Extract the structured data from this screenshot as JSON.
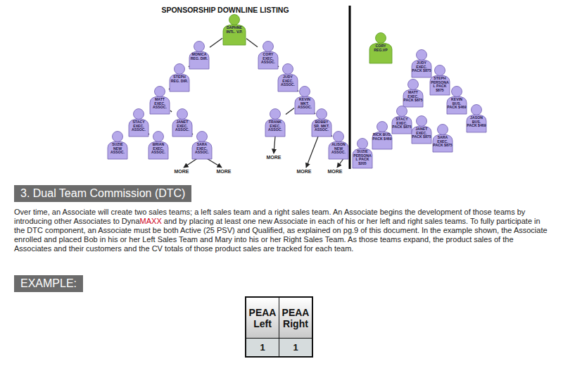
{
  "diagram": {
    "title": "SPONSORSHIP DOWNLINE LISTING",
    "nodes": [
      {
        "text": [
          "DAPHNE INTL. V.P."
        ]
      },
      {
        "text": [
          "MONICA REG. DIR."
        ]
      },
      {
        "text": [
          "CORY EXEC. ASSOC."
        ]
      },
      {
        "text": [
          "STEPH REG. DIR."
        ]
      },
      {
        "text": [
          "JUDY EXEC. ASSOC."
        ]
      },
      {
        "text": [
          "MATT EXEC. ASSOC."
        ]
      },
      {
        "text": [
          "KEVIN MKT. ASSOC."
        ]
      },
      {
        "text": [
          "STACY EXEC. ASSOC."
        ]
      },
      {
        "text": [
          "JANET EXEC. ASSOC."
        ]
      },
      {
        "text": [
          "FRANK EXEC. ASSOC."
        ]
      },
      {
        "text": [
          "BOBBY SR. MKT. ASSOC."
        ]
      },
      {
        "text": [
          "SUZIE NEW ASSOC."
        ]
      },
      {
        "text": [
          "BRIAN EXEC. ASSOC."
        ]
      },
      {
        "text": [
          "SARA EXEC. ASSOC."
        ]
      },
      {
        "text": [
          "ALISON NEW ASSOC."
        ]
      },
      {
        "text": [
          "CORY REG.VP"
        ]
      },
      {
        "text": [
          "JUDY EXEC. PACK $875"
        ]
      },
      {
        "text": [
          "STEPH PERSONAL PACK $875"
        ]
      },
      {
        "text": [
          "MATT EXEC. PACK $875"
        ]
      },
      {
        "text": [
          "KEVIN BUS. PACK $469"
        ]
      },
      {
        "text": [
          "STACY EXEC. PACK $875"
        ]
      },
      {
        "text": [
          "JANET EXEC. PACK $875"
        ]
      },
      {
        "text": [
          "RICK BUS. PACK $469"
        ]
      },
      {
        "text": [
          "SARA EXEC. PACK $875"
        ]
      },
      {
        "text": [
          "JASON BUS. PACK $469"
        ]
      },
      {
        "text": [
          "SUZIE PERSONAL PACK $205"
        ]
      },
      {
        "text": [
          "3. Dual Team Commission (DTC)"
        ]
      },
      {
        "text": [
          "EXAMPLE:"
        ]
      }
    ],
    "edges": [
      {
        "from": 0,
        "to": 1,
        "arrow": "none"
      },
      {
        "from": 0,
        "to": 2,
        "arrow": "none"
      },
      {
        "from": 1,
        "to": 3,
        "arrow": "none"
      },
      {
        "from": 3,
        "to": 5,
        "arrow": "none"
      },
      {
        "from": 5,
        "to": 7,
        "arrow": "none"
      },
      {
        "from": 5,
        "to": 8,
        "arrow": "none"
      },
      {
        "from": 7,
        "to": 11,
        "arrow": "none"
      },
      {
        "from": 7,
        "to": 12,
        "arrow": "none"
      },
      {
        "from": 8,
        "to": 13,
        "arrow": "none"
      },
      {
        "from": 2,
        "to": 4,
        "arrow": "none"
      },
      {
        "from": 4,
        "to": 6,
        "arrow": "none"
      },
      {
        "from": 6,
        "to": 9,
        "arrow": "none"
      },
      {
        "from": 6,
        "to": 10,
        "arrow": "none"
      },
      {
        "from": 10,
        "to": 14,
        "arrow": "none"
      }
    ],
    "labels": [
      "MORE",
      "MORE",
      "MORE",
      "MORE",
      "MORE",
      "Over time, an Associate will create two sales teams; a left sales team and a right sales team. An Associate begins the development of those teams by introducing other Associates to Dyna",
      "MAXX",
      " and by placing at least one new Associate in each of his or her left and right sales teams. To fully participate in the DTC component, an Associate must be both Active (25 PSV) and Qualified, as explained on pg.9 of this document. In the example shown, the Associate enrolled and placed Bob in his or her Left Sales Team and Mary into his or her Right Sales Team. As those teams expand, the product sales of the Associates and their customers and the CV totals of those product sales are tracked for each team.",
      "PEAA Left",
      "PEAA Right",
      "1",
      "1"
    ]
  }
}
